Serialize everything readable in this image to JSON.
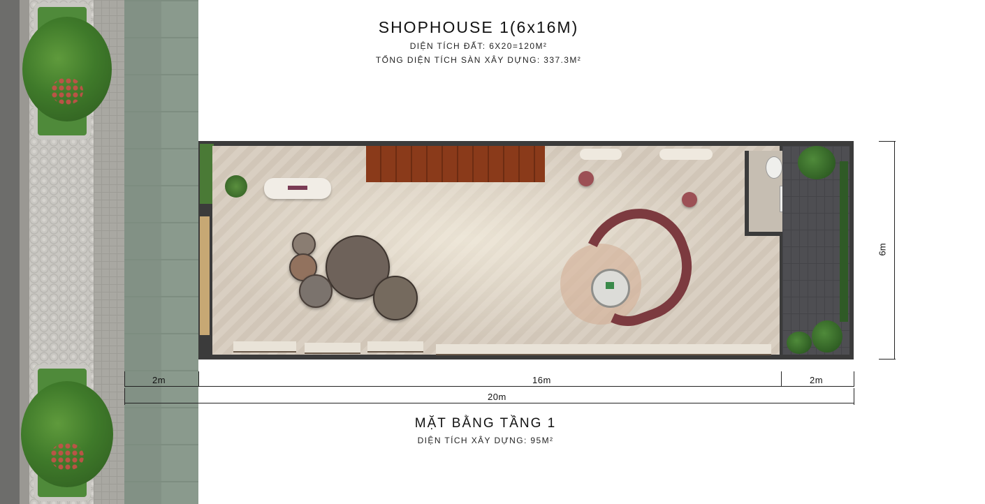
{
  "header": {
    "title": "SHOPHOUSE 1(6x16M)",
    "land_area": "DIỆN TÍCH ĐẤT: 6X20=120M²",
    "total_floor_area": "TỔNG DIỆN TÍCH SÀN XÂY DỰNG: 337.3M²"
  },
  "plan": {
    "title": "MẶT BẰNG TẦNG 1",
    "built_area": "DIỆN TÍCH XÂY DỰNG: 95M²"
  },
  "dimensions": {
    "front_setback": "2m",
    "building_length": "16m",
    "rear_setback": "2m",
    "total_length": "20m",
    "width": "6m"
  },
  "colors": {
    "floor": "#d9cfc2",
    "stair": "#8a3a1a",
    "wall": "#3b3b3b",
    "lounge": "#7c3a3f",
    "greenery": "#4f8a3a"
  }
}
